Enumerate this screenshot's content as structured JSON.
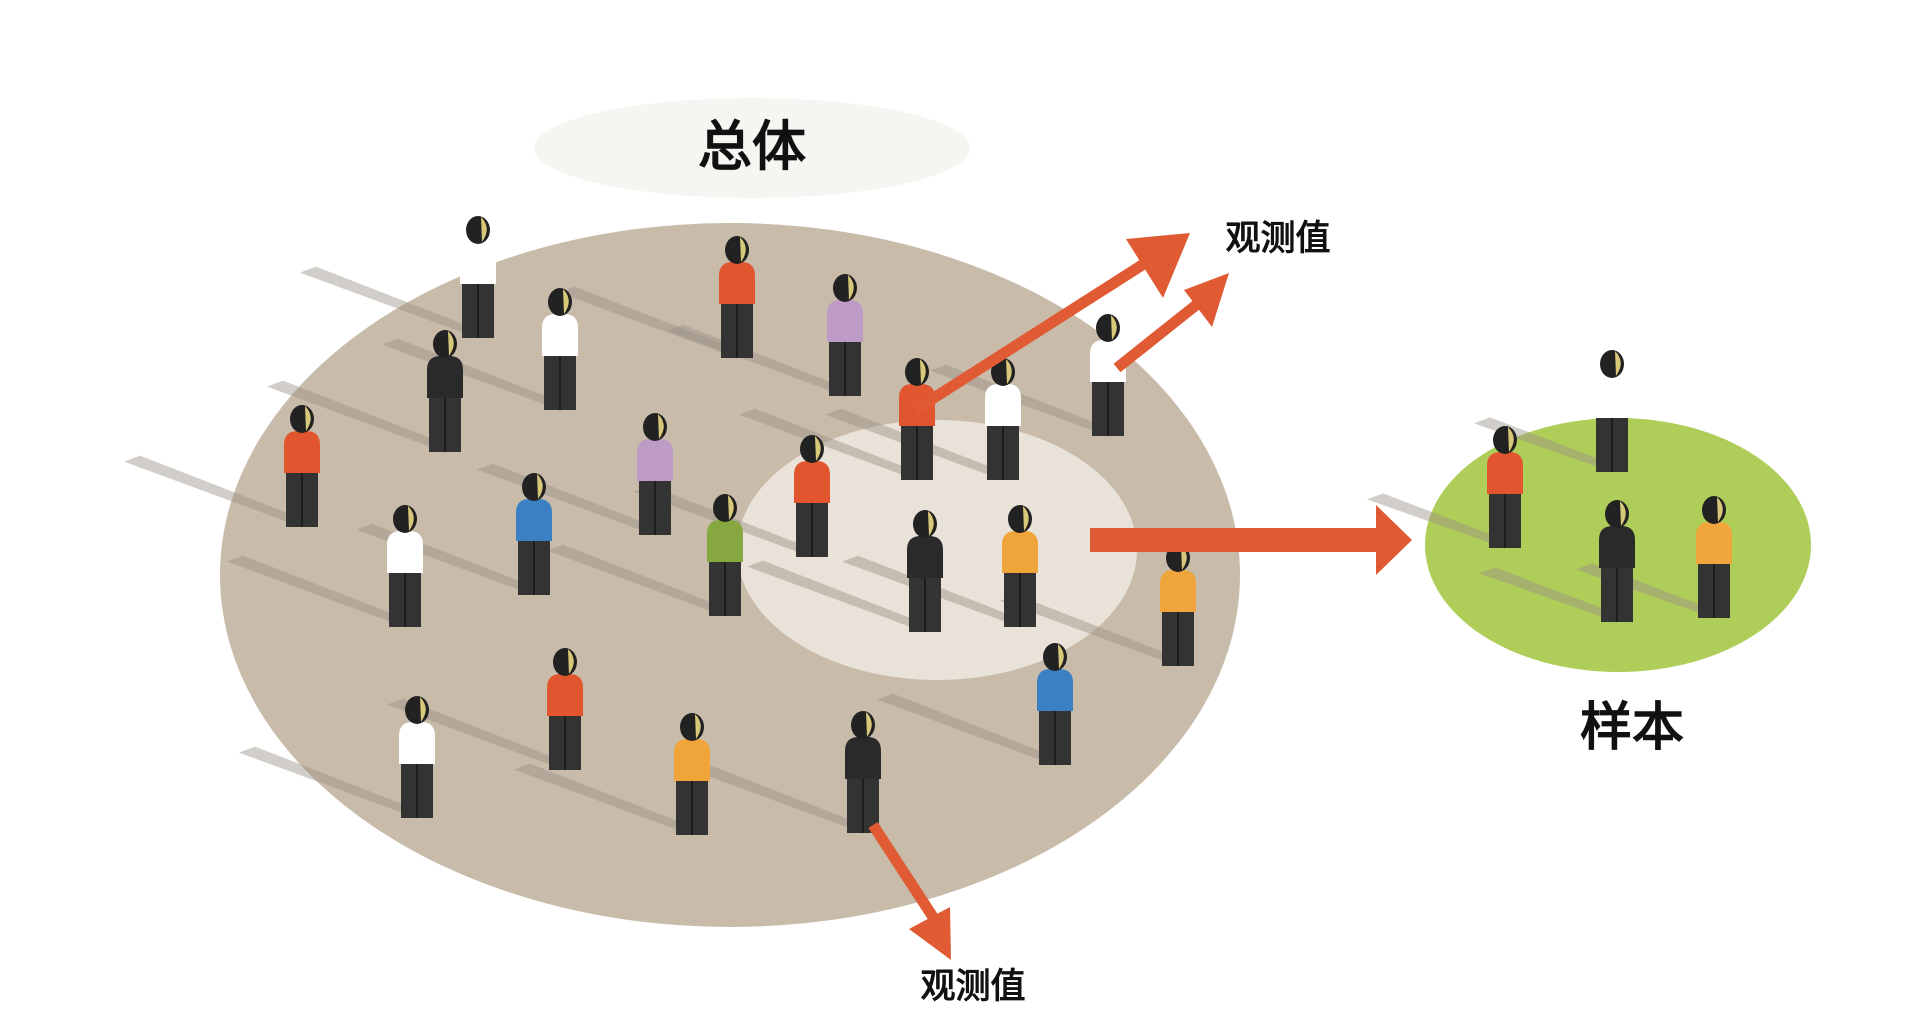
{
  "labels": {
    "population": "总体",
    "sample": "样本",
    "observation_top": "观测值",
    "observation_bottom": "观测值"
  },
  "colors": {
    "population_fill": "#c8bba9",
    "highlight_fill": "#efe9e1",
    "sample_fill": "#afcd59",
    "arrow": "#e05a34",
    "head": "#222222",
    "face": "#d8c879",
    "legs": "#333333",
    "shadow": "#9a9184"
  },
  "population_people": [
    {
      "shirt": "#ffffff"
    },
    {
      "shirt": "#e2562f"
    },
    {
      "shirt": "#ffffff"
    },
    {
      "shirt": "#be9ac6"
    },
    {
      "shirt": "#2a2a2a"
    },
    {
      "shirt": "#ffffff"
    },
    {
      "shirt": "#e2562f"
    },
    {
      "shirt": "#ffffff"
    },
    {
      "shirt": "#e2562f"
    },
    {
      "shirt": "#be9ac6"
    },
    {
      "shirt": "#e2562f"
    },
    {
      "shirt": "#ffffff"
    },
    {
      "shirt": "#3a80c3"
    },
    {
      "shirt": "#87a840"
    },
    {
      "shirt": "#2a2a2a"
    },
    {
      "shirt": "#efa53a"
    },
    {
      "shirt": "#efa53a"
    },
    {
      "shirt": "#3a80c3"
    },
    {
      "shirt": "#e2562f"
    },
    {
      "shirt": "#ffffff"
    },
    {
      "shirt": "#efa53a"
    },
    {
      "shirt": "#2a2a2a"
    }
  ],
  "sample_people": [
    {
      "shirt": "#ffffff"
    },
    {
      "shirt": "#e2562f"
    },
    {
      "shirt": "#2a2a2a"
    },
    {
      "shirt": "#efa53a"
    }
  ]
}
